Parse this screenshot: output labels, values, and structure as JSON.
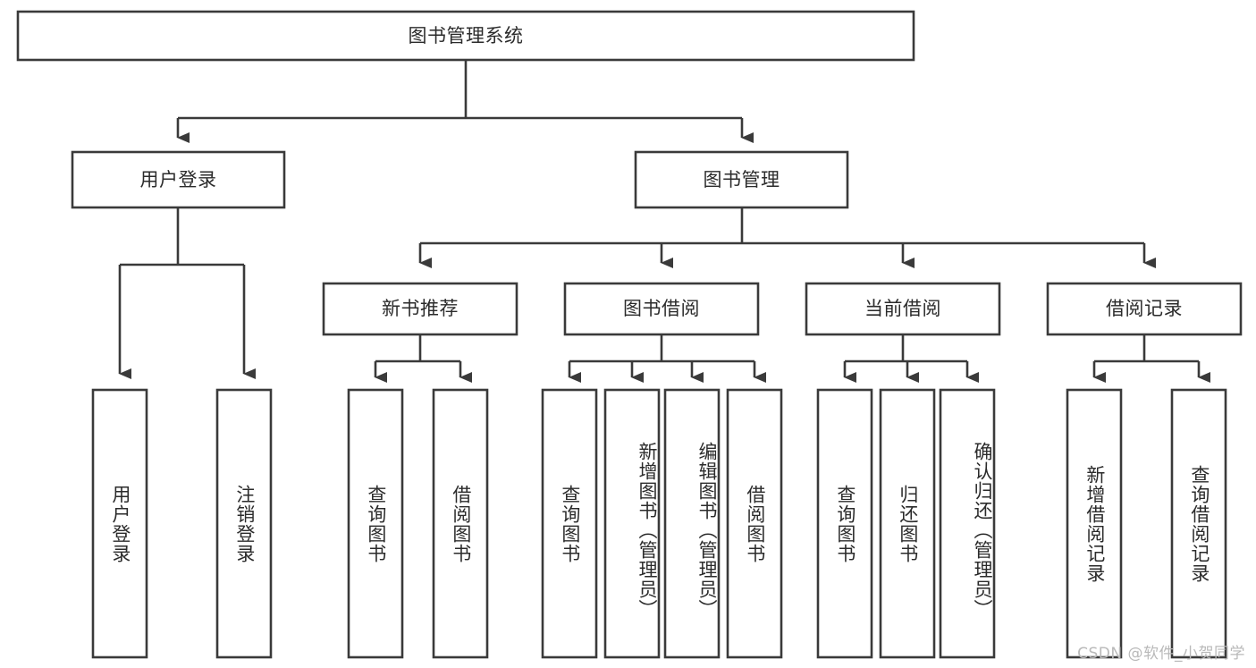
{
  "diagram": {
    "type": "tree",
    "title": "图书管理系统",
    "root": {
      "id": "root",
      "label": "图书管理系统",
      "orientation": "horizontal"
    },
    "level2": [
      {
        "id": "user-login",
        "label": "用户登录",
        "orientation": "horizontal"
      },
      {
        "id": "book-manage",
        "label": "图书管理",
        "orientation": "horizontal"
      }
    ],
    "level3": [
      {
        "id": "new-book-recommend",
        "label": "新书推荐",
        "orientation": "horizontal",
        "parent": "book-manage"
      },
      {
        "id": "book-borrow",
        "label": "图书借阅",
        "orientation": "horizontal",
        "parent": "book-manage"
      },
      {
        "id": "current-borrow",
        "label": "当前借阅",
        "orientation": "horizontal",
        "parent": "book-manage"
      },
      {
        "id": "borrow-record",
        "label": "借阅记录",
        "orientation": "horizontal",
        "parent": "book-manage"
      }
    ],
    "leaves": [
      {
        "id": "leaf-user-login",
        "label": "用户登录",
        "orientation": "vertical",
        "parent": "user-login"
      },
      {
        "id": "leaf-logout",
        "label": "注销登录",
        "orientation": "vertical",
        "parent": "user-login"
      },
      {
        "id": "leaf-query-book-1",
        "label": "查询图书",
        "orientation": "vertical",
        "parent": "new-book-recommend"
      },
      {
        "id": "leaf-borrow-book-1",
        "label": "借阅图书",
        "orientation": "vertical",
        "parent": "new-book-recommend"
      },
      {
        "id": "leaf-query-book-2",
        "label": "查询图书",
        "orientation": "vertical",
        "parent": "book-borrow"
      },
      {
        "id": "leaf-add-book",
        "label": "新增图书（管理员）",
        "orientation": "vertical",
        "parent": "book-borrow"
      },
      {
        "id": "leaf-edit-book",
        "label": "编辑图书（管理员）",
        "orientation": "vertical",
        "parent": "book-borrow"
      },
      {
        "id": "leaf-borrow-book-2",
        "label": "借阅图书",
        "orientation": "vertical",
        "parent": "book-borrow"
      },
      {
        "id": "leaf-query-book-3",
        "label": "查询图书",
        "orientation": "vertical",
        "parent": "current-borrow"
      },
      {
        "id": "leaf-return-book",
        "label": "归还图书",
        "orientation": "vertical",
        "parent": "current-borrow"
      },
      {
        "id": "leaf-confirm-return",
        "label": "确认归还（管理员）",
        "orientation": "vertical",
        "parent": "current-borrow"
      },
      {
        "id": "leaf-add-record",
        "label": "新增借阅记录",
        "orientation": "vertical",
        "parent": "borrow-record"
      },
      {
        "id": "leaf-query-record",
        "label": "查询借阅记录",
        "orientation": "vertical",
        "parent": "borrow-record"
      }
    ],
    "colors": {
      "box_stroke": "#3a3a3a",
      "box_fill": "#ffffff",
      "text": "#2b2b2b",
      "background": "#ffffff",
      "watermark": "#b9b9b9"
    }
  },
  "watermark": {
    "text": "CSDN @软件_小贺同学"
  }
}
